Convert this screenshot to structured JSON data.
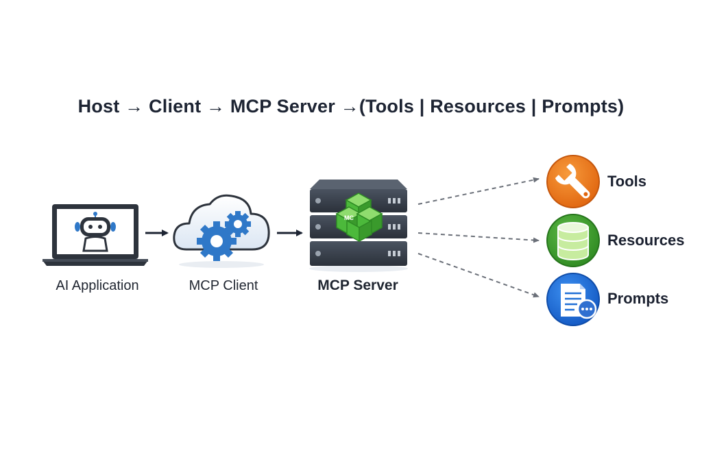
{
  "title": "Host → Client → MCP Server →(Tools | Resources | Prompts)",
  "nodes": {
    "host": {
      "label": "AI Application",
      "icon": "laptop-robot-icon"
    },
    "client": {
      "label": "MCP Client",
      "icon": "cloud-gear-icon"
    },
    "server": {
      "label": "MCP Server",
      "icon": "server-rack-icon",
      "badge": "MC"
    }
  },
  "targets": [
    {
      "label": "Tools",
      "icon": "wrench-icon",
      "color": "#ef7a1a"
    },
    {
      "label": "Resources",
      "icon": "database-icon",
      "color": "#3f9d2f"
    },
    {
      "label": "Prompts",
      "icon": "document-chat-icon",
      "color": "#1f6fd6"
    }
  ],
  "colors": {
    "text": "#1d2433",
    "arrow": "#1d2433",
    "dashed": "#6a6f78",
    "gear": "#2f78c8",
    "cube": "#4cb93b"
  }
}
